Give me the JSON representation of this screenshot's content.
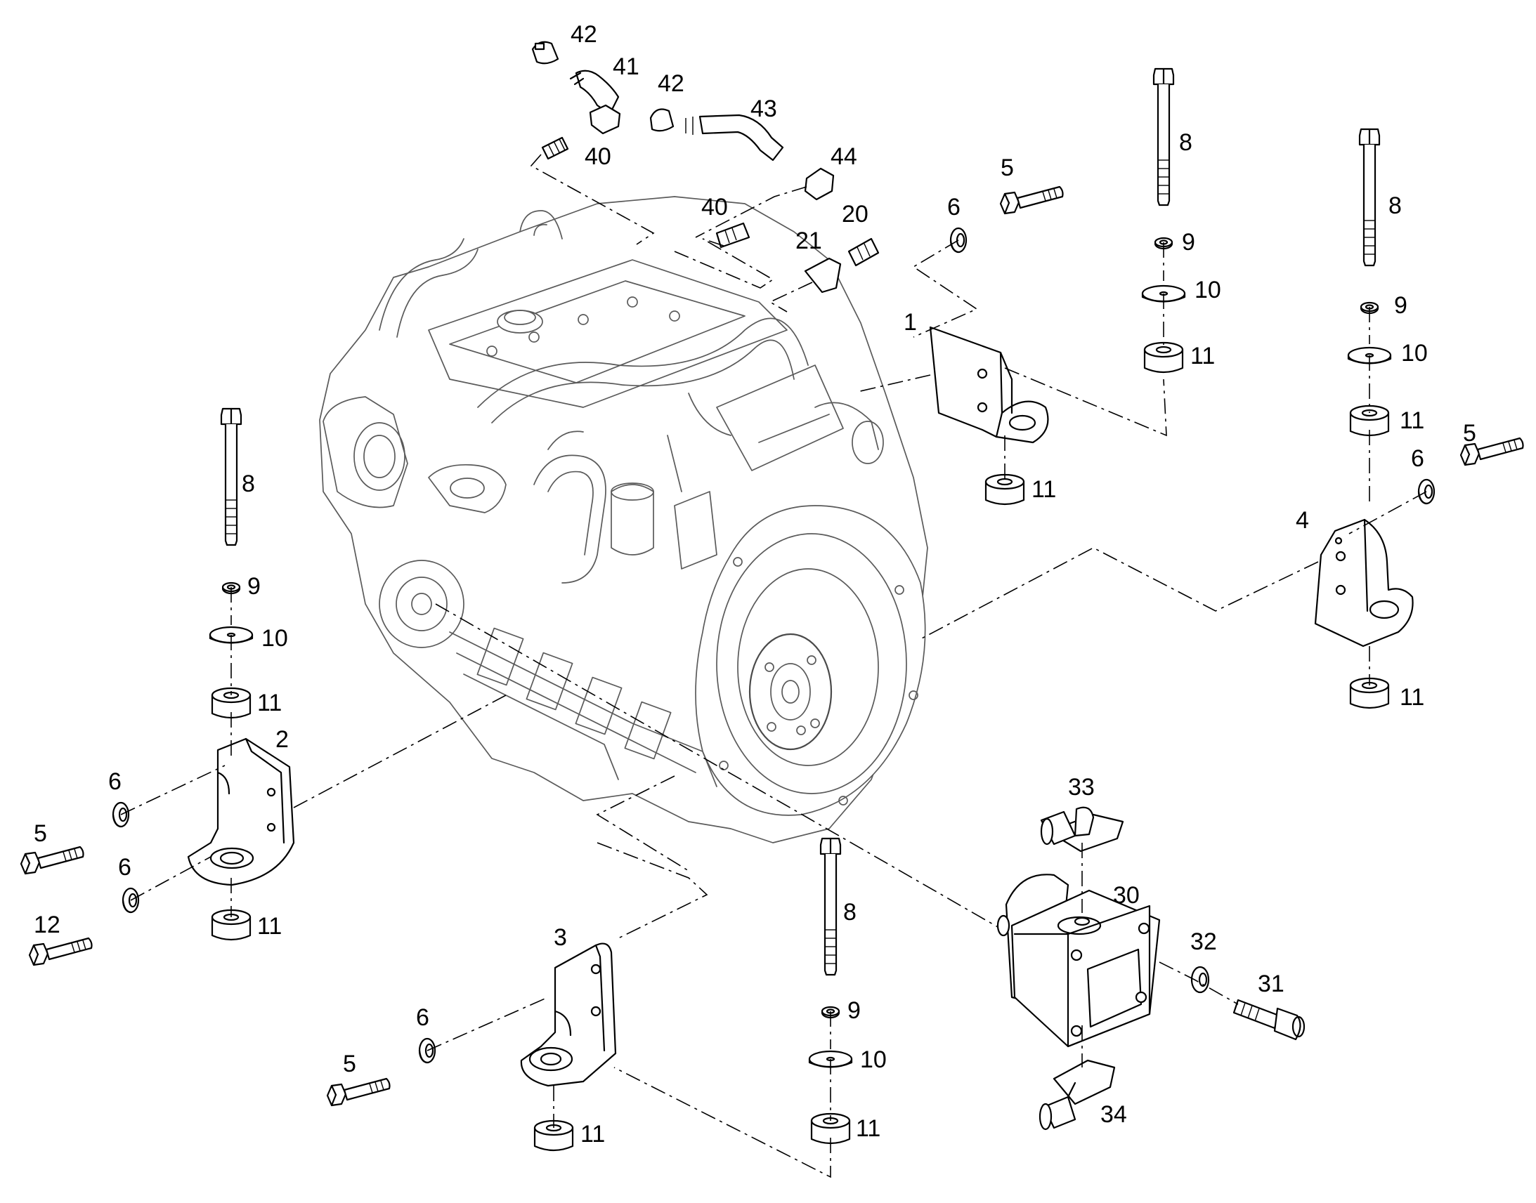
{
  "diagram": {
    "callouts": [
      {
        "id": "c42a",
        "text": "42"
      },
      {
        "id": "c41",
        "text": "41"
      },
      {
        "id": "c42b",
        "text": "42"
      },
      {
        "id": "c43",
        "text": "43"
      },
      {
        "id": "c40a",
        "text": "40"
      },
      {
        "id": "c44",
        "text": "44"
      },
      {
        "id": "c40b",
        "text": "40"
      },
      {
        "id": "c20",
        "text": "20"
      },
      {
        "id": "c21",
        "text": "21"
      },
      {
        "id": "c6a",
        "text": "6"
      },
      {
        "id": "c5a",
        "text": "5"
      },
      {
        "id": "c1",
        "text": "1"
      },
      {
        "id": "c11a",
        "text": "11"
      },
      {
        "id": "c8a",
        "text": "8"
      },
      {
        "id": "c9a",
        "text": "9"
      },
      {
        "id": "c10a",
        "text": "10"
      },
      {
        "id": "c11b",
        "text": "11"
      },
      {
        "id": "c8b",
        "text": "8"
      },
      {
        "id": "c9b",
        "text": "9"
      },
      {
        "id": "c10b",
        "text": "10"
      },
      {
        "id": "c11c",
        "text": "11"
      },
      {
        "id": "c5b",
        "text": "5"
      },
      {
        "id": "c6b",
        "text": "6"
      },
      {
        "id": "c4",
        "text": "4"
      },
      {
        "id": "c11d",
        "text": "11"
      },
      {
        "id": "c8c",
        "text": "8"
      },
      {
        "id": "c9c",
        "text": "9"
      },
      {
        "id": "c10c",
        "text": "10"
      },
      {
        "id": "c11e",
        "text": "11"
      },
      {
        "id": "c2",
        "text": "2"
      },
      {
        "id": "c6c",
        "text": "6"
      },
      {
        "id": "c5c",
        "text": "5"
      },
      {
        "id": "c6d",
        "text": "6"
      },
      {
        "id": "c12",
        "text": "12"
      },
      {
        "id": "c11f",
        "text": "11"
      },
      {
        "id": "c3",
        "text": "3"
      },
      {
        "id": "c6e",
        "text": "6"
      },
      {
        "id": "c5d",
        "text": "5"
      },
      {
        "id": "c11g",
        "text": "11"
      },
      {
        "id": "c8d",
        "text": "8"
      },
      {
        "id": "c9d",
        "text": "9"
      },
      {
        "id": "c10d",
        "text": "10"
      },
      {
        "id": "c11h",
        "text": "11"
      },
      {
        "id": "c33",
        "text": "33"
      },
      {
        "id": "c30",
        "text": "30"
      },
      {
        "id": "c32",
        "text": "32"
      },
      {
        "id": "c31",
        "text": "31"
      },
      {
        "id": "c34",
        "text": "34"
      }
    ]
  }
}
